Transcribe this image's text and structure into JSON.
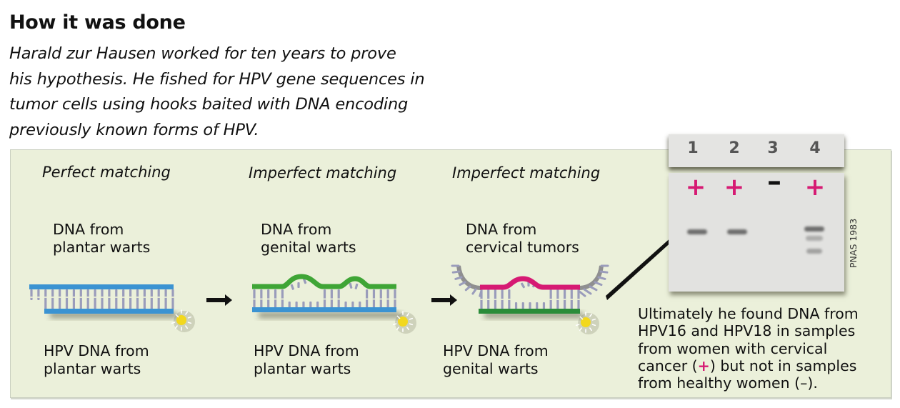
{
  "header": {
    "title": "How it was done",
    "intro_lines": [
      "Harald zur Hausen worked for ten years to prove",
      "his hypothesis. He fished for HPV gene sequences in",
      "tumor cells using hooks baited with DNA encoding",
      "previously known forms of HPV."
    ]
  },
  "steps": [
    {
      "title": "Perfect matching",
      "top_label": [
        "DNA from",
        "plantar warts"
      ],
      "bottom_label": [
        "HPV DNA from",
        "plantar warts"
      ],
      "top_strand_color": "#3b93d2",
      "bottom_strand_color": "#3b93d2",
      "mismatch_bulges": 0
    },
    {
      "title": "Imperfect matching",
      "top_label": [
        "DNA from",
        "genital warts"
      ],
      "bottom_label": [
        "HPV DNA from",
        "plantar warts"
      ],
      "top_strand_color": "#3fa536",
      "bottom_strand_color": "#3b93d2",
      "mismatch_bulges": 2
    },
    {
      "title": "Imperfect matching",
      "top_label": [
        "DNA from",
        "cervical tumors"
      ],
      "bottom_label": [
        "HPV DNA from",
        "genital warts"
      ],
      "top_strand_color": "#d61a73",
      "bottom_strand_color": "#2a8c3a",
      "mismatch_bulges": 1
    }
  ],
  "icons": {
    "probe_label": "glowing-label-icon",
    "step_arrow": "arrow-right-icon"
  },
  "gel": {
    "lanes": [
      {
        "number": "1",
        "result": "+"
      },
      {
        "number": "2",
        "result": "+"
      },
      {
        "number": "3",
        "result": "–"
      },
      {
        "number": "4",
        "result": "+"
      }
    ],
    "credit": "PNAS 1983"
  },
  "conclusion": {
    "line1": "Ultimately he found DNA from",
    "line2": "HPV16 and HPV18 in samples",
    "line3": "from women with cervical",
    "line4_before": "cancer (",
    "line4_plus": "+",
    "line4_after": ") but not in samples",
    "line5": "from healthy women (–)."
  },
  "colors": {
    "panel_bg": "#ebf0da",
    "positive": "#d61a73",
    "base_pair": "#9a9cbb",
    "hook_gray": "#8f8f90",
    "label_yellow": "#f2d81e"
  }
}
